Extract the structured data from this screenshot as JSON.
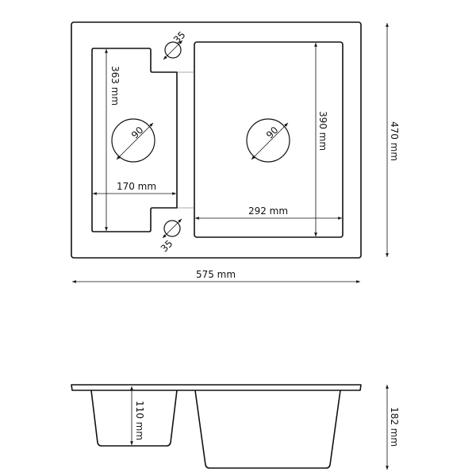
{
  "top_view": {
    "small_bowl_height": "363 mm",
    "small_bowl_width": "170 mm",
    "large_bowl_height": "390 mm",
    "large_bowl_width": "292 mm",
    "overall_depth": "470 mm",
    "overall_width": "575 mm",
    "tap_hole_top": "35",
    "tap_hole_bottom": "35",
    "drain_small": "90",
    "drain_large": "90"
  },
  "side_view": {
    "small_bowl_depth": "110 mm",
    "overall_height": "182 mm"
  }
}
